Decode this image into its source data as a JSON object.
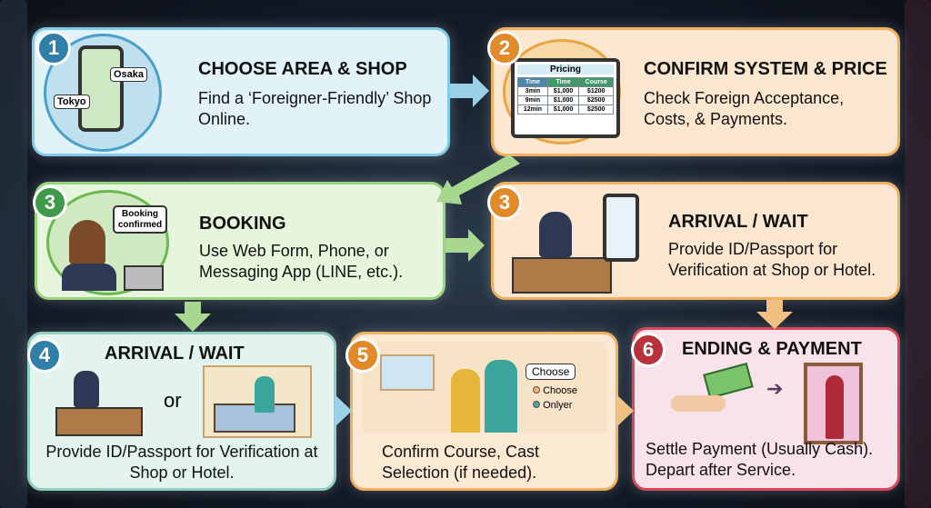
{
  "steps": [
    {
      "number": "1",
      "title": "CHOOSE AREA & SHOP",
      "desc": "Find a ‘Foreigner-Friendly’ Shop Online.",
      "labels": [
        "Osaka",
        "Tokyo"
      ]
    },
    {
      "number": "2",
      "title": "CONFIRM SYSTEM & PRICE",
      "desc": "Check Foreign Acceptance, Costs, & Payments.",
      "pricing": {
        "title": "Pricing",
        "headers": [
          "Time",
          "Time",
          "Course"
        ],
        "rows": [
          [
            "3min",
            "$1,000",
            "$1200"
          ],
          [
            "9min",
            "$1,000",
            "$2500"
          ],
          [
            "12min",
            "$1,000",
            "$2500"
          ]
        ]
      }
    },
    {
      "number": "3",
      "title": "BOOKING",
      "desc": "Use Web Form, Phone, or Messaging App (LINE, etc.).",
      "bubble": "Booking confirmed"
    },
    {
      "number": "3",
      "title": "ARRIVAL / WAIT",
      "desc": "Provide ID/Passport for Verification at Shop or Hotel."
    },
    {
      "number": "4",
      "title": "ARRIVAL / WAIT",
      "desc": "Provide ID/Passport for Verification at Shop or Hotel.",
      "or": "or"
    },
    {
      "number": "5",
      "title": "",
      "desc": "Confirm Course, Cast Selection (if needed).",
      "bubble": "Choose",
      "options": [
        "Choose",
        "Onlyer"
      ]
    },
    {
      "number": "6",
      "title": "ENDING & PAYMENT",
      "desc": "Settle Payment (Usually Cash). Depart after Service."
    }
  ],
  "colors": {
    "blue": "#2f7fa8",
    "orange": "#e08a2a",
    "green": "#3f9a4a",
    "red": "#b8323a"
  }
}
